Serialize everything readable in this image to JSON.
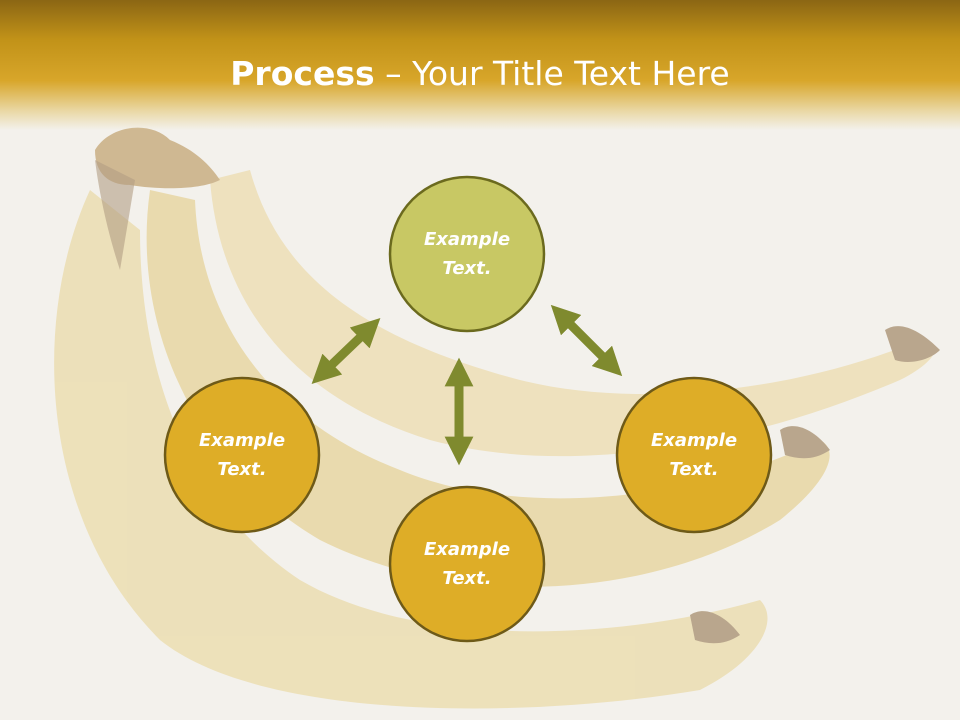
{
  "header": {
    "title_bold": "Process",
    "title_dash": " – ",
    "title_rest": "Your Title Text Here"
  },
  "nodes": [
    {
      "id": "top",
      "line1": "Example",
      "line2": "Text."
    },
    {
      "id": "left",
      "line1": "Example",
      "line2": "Text."
    },
    {
      "id": "right",
      "line1": "Example",
      "line2": "Text."
    },
    {
      "id": "bottom",
      "line1": "Example",
      "line2": "Text."
    }
  ],
  "colors": {
    "header_dark": "#8b6614",
    "header_light": "#d8a62a",
    "node_top_fill": "#c8c864",
    "node_top_stroke": "#6b6a1e",
    "node_fill": "#dead27",
    "node_stroke": "#6e5a18",
    "arrow": "#7f8a2e",
    "background": "#f3f1ec"
  }
}
